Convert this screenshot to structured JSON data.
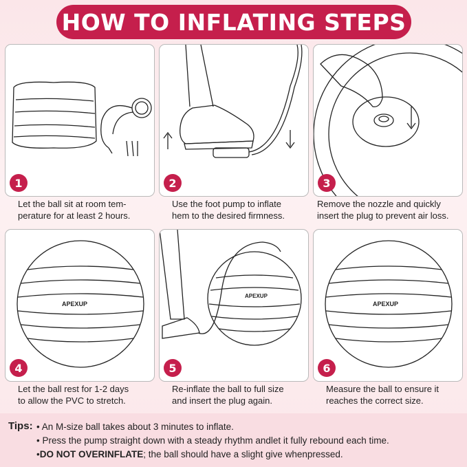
{
  "header": {
    "title": "HOW TO INFLATING STEPS"
  },
  "brand": "APEXUP",
  "steps": [
    {
      "number": "1",
      "caption_line1": "Let the ball sit at room tem-",
      "caption_line2": "perature for at least 2 hours."
    },
    {
      "number": "2",
      "caption_line1": "Use the foot pump to inflate",
      "caption_line2": "hem to the desired firmness."
    },
    {
      "number": "3",
      "caption_line1": "Remove the nozzle and quickly",
      "caption_line2": "insert the plug to prevent air loss."
    },
    {
      "number": "4",
      "caption_line1": "Let the ball rest for 1-2 days",
      "caption_line2": "to allow the PVC to stretch."
    },
    {
      "number": "5",
      "caption_line1": "Re-inflate the ball to full size",
      "caption_line2": "and insert the plug again."
    },
    {
      "number": "6",
      "caption_line1": "Measure the ball to ensure it",
      "caption_line2": "reaches the correct size."
    }
  ],
  "tips": {
    "label": "Tips:",
    "items": [
      {
        "bullet": "•",
        "text": "An M-size ball takes about 3 minutes to inflate."
      },
      {
        "bullet": "•",
        "text": "Press the pump straight down with a steady rhythm andlet it fully rebound each time."
      },
      {
        "bullet": "•",
        "emphasis": "DO NOT OVERINFLATE",
        "text": "; the ball should have a slight give whenpressed."
      }
    ]
  },
  "colors": {
    "accent": "#c51f4c",
    "background": "#fbe6e9",
    "tips_background": "#f9dde2"
  }
}
